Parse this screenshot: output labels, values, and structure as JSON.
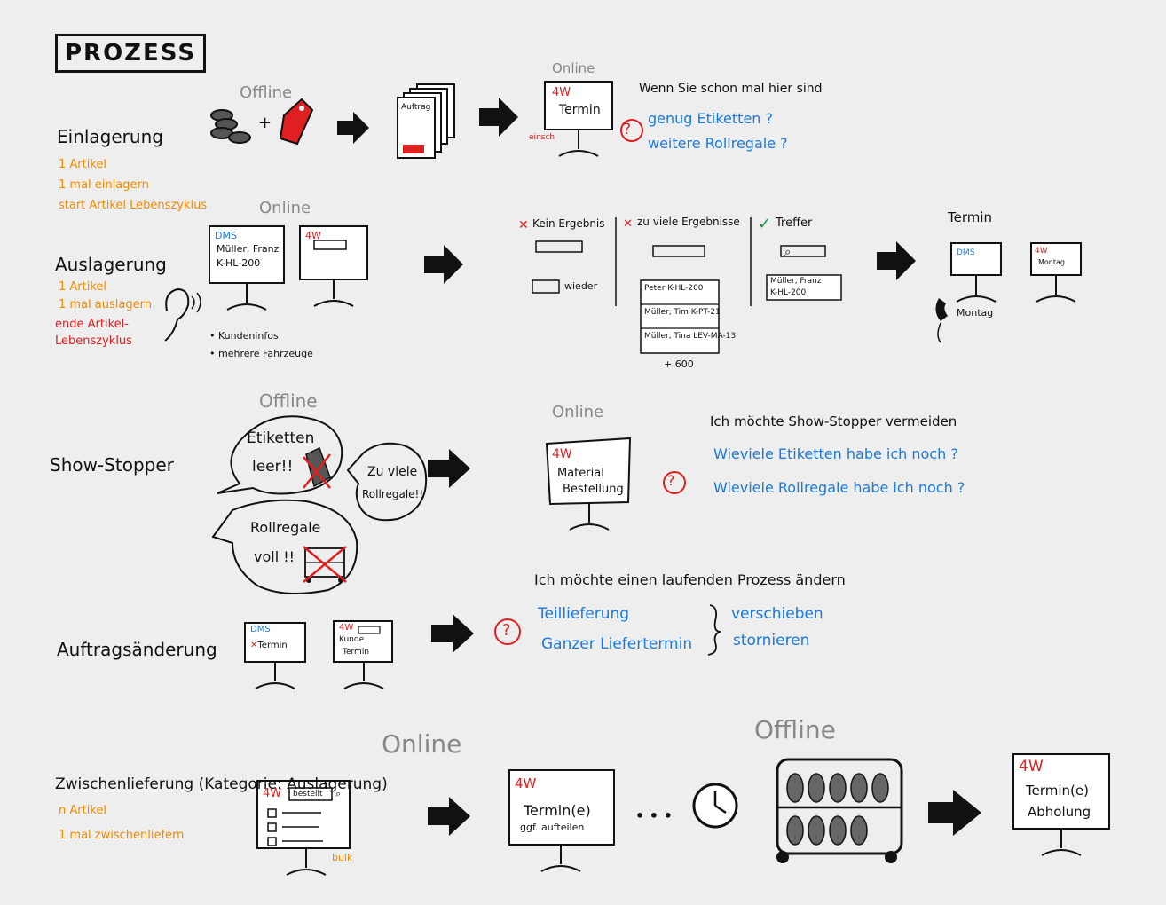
{
  "title": "PROZESS",
  "rows": {
    "einlagerung": {
      "label": "Einlagerung",
      "notes": [
        "1 Artikel",
        "1 mal einlagern",
        "start Artikel Lebenszyklus"
      ],
      "mode1": "Offline",
      "plus": "+",
      "auftrag_label": "Auftrag",
      "mode2": "Online",
      "screen_brand": "4W",
      "screen_text": "Termin",
      "screen_side": "einsch",
      "question_intro": "Wenn Sie schon mal hier sind",
      "questions": [
        "genug Etiketten ?",
        "weitere Rollregale ?"
      ]
    },
    "auslagerung": {
      "label": "Auslagerung",
      "notes_orange": [
        "1 Artikel",
        "1 mal auslagern"
      ],
      "notes_red": [
        "ende Artikel-",
        "Lebenszyklus"
      ],
      "mode": "Online",
      "dms_brand": "DMS",
      "dms_lines": [
        "Müller, Franz",
        "K-HL-200"
      ],
      "screen2_brand": "4W",
      "bullets": [
        "• Kundeninfos",
        "• mehrere Fahrzeuge"
      ],
      "kein_ergebnis": "Kein Ergebnis",
      "wieder": "wieder",
      "zu_viele": "zu viele Ergebnisse",
      "list_items": [
        "Peter K-HL-200",
        "Müller, Tim K-PT-21",
        "Müller, Tina LEV-MA-13"
      ],
      "plus_more": "+ 600",
      "treffer": "Treffer",
      "treffer_result": [
        "Müller, Franz",
        "K-HL-200"
      ],
      "termin_title": "Termin",
      "termin_dms": "DMS",
      "termin_4w": "4W",
      "termin_4w_text": "Montag",
      "phone_text": "Montag"
    },
    "showstopper": {
      "label": "Show-Stopper",
      "mode1": "Offline",
      "bubble1": [
        "Etiketten",
        "leer!!"
      ],
      "bubble2": [
        "Zu viele",
        "Rollregale!!"
      ],
      "bubble3": [
        "Rollregale",
        "voll !!"
      ],
      "mode2": "Online",
      "screen_brand": "4W",
      "screen_text": [
        "Material",
        "Bestellung"
      ],
      "question_intro": "Ich möchte Show-Stopper vermeiden",
      "questions": [
        "Wieviele Etiketten habe ich noch ?",
        "Wieviele Rollregale habe ich noch ?"
      ]
    },
    "auftragsaenderung": {
      "label": "Auftragsänderung",
      "dms_brand": "DMS",
      "dms_text": "Termin",
      "w4_brand": "4W",
      "w4_text": [
        "Kunde",
        "Termin"
      ],
      "question_intro": "Ich möchte einen laufenden Prozess ändern",
      "options_left": [
        "Teillieferung",
        "Ganzer Liefertermin"
      ],
      "options_right": [
        "verschieben",
        "stornieren"
      ]
    },
    "zwischenlieferung": {
      "label": "Zwischenlieferung (Kategorie: Auslagerung)",
      "notes": [
        "n Artikel",
        "1 mal zwischenliefern"
      ],
      "mode1": "Online",
      "screen1_brand": "4W",
      "screen1_field": "bestellt",
      "screen1_side": "bulk",
      "screen2_brand": "4W",
      "screen2_text": [
        "Termin(e)",
        "ggf. aufteilen"
      ],
      "dots": "• • •",
      "mode2": "Offline",
      "screen3_brand": "4W",
      "screen3_text": [
        "Termin(e)",
        "Abholung"
      ]
    }
  },
  "colors": {
    "ink": "#111111",
    "orange": "#f08a00",
    "red": "#e02020",
    "blue": "#1a7ae0",
    "pencil": "#888888",
    "background": "#eeeeee"
  }
}
